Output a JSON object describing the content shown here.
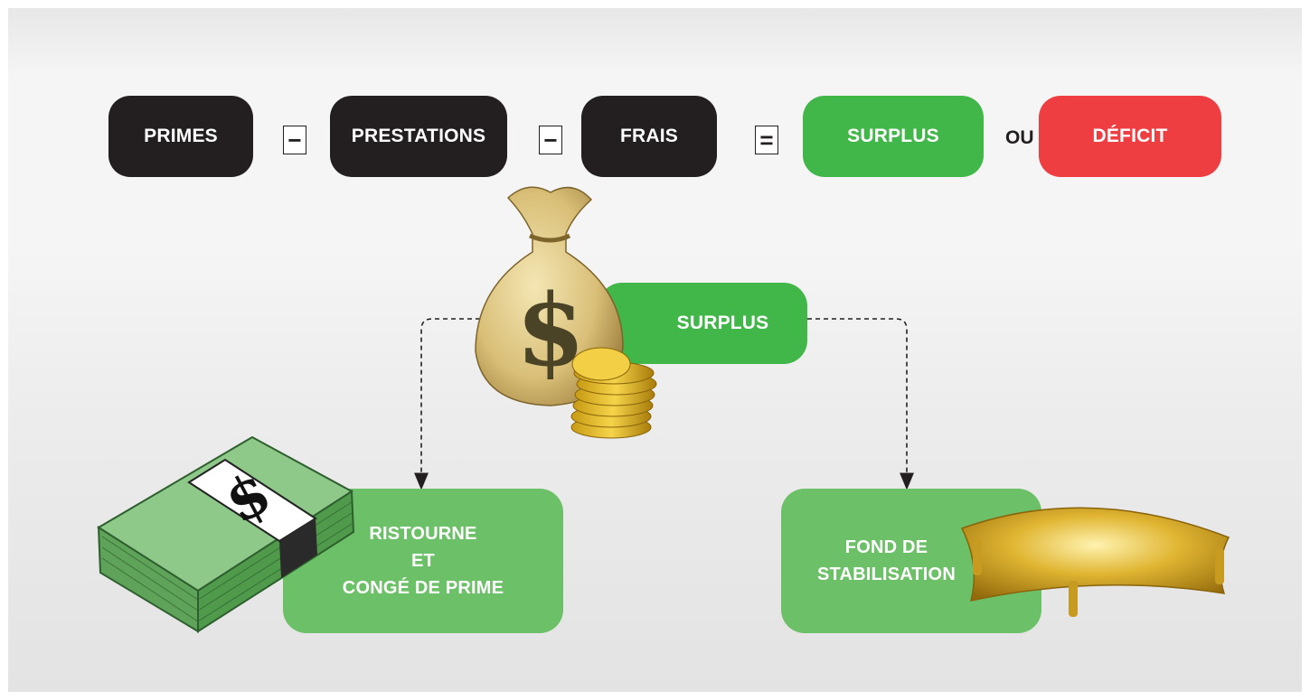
{
  "equation": {
    "primes": "PRIMES",
    "minus1": "−",
    "prestations": "PRESTATIONS",
    "minus2": "−",
    "frais": "FRAIS",
    "equals": "=",
    "surplus": "SURPLUS",
    "or": "OU",
    "deficit": "DÉFICIT"
  },
  "flow": {
    "surplus": "SURPLUS",
    "left_box": "RISTOURNE\nET\nCONGÉ DE PRIME",
    "right_box": "FOND DE\nSTABILISATION"
  },
  "colors": {
    "dark": "#231f20",
    "surplus_green": "#41b649",
    "deficit_red": "#ef3e42",
    "light_green": "#6cc067"
  },
  "icons": [
    "money-bag-icon",
    "coin-stack-icon",
    "cash-bundle-icon",
    "gold-pillow-icon"
  ]
}
